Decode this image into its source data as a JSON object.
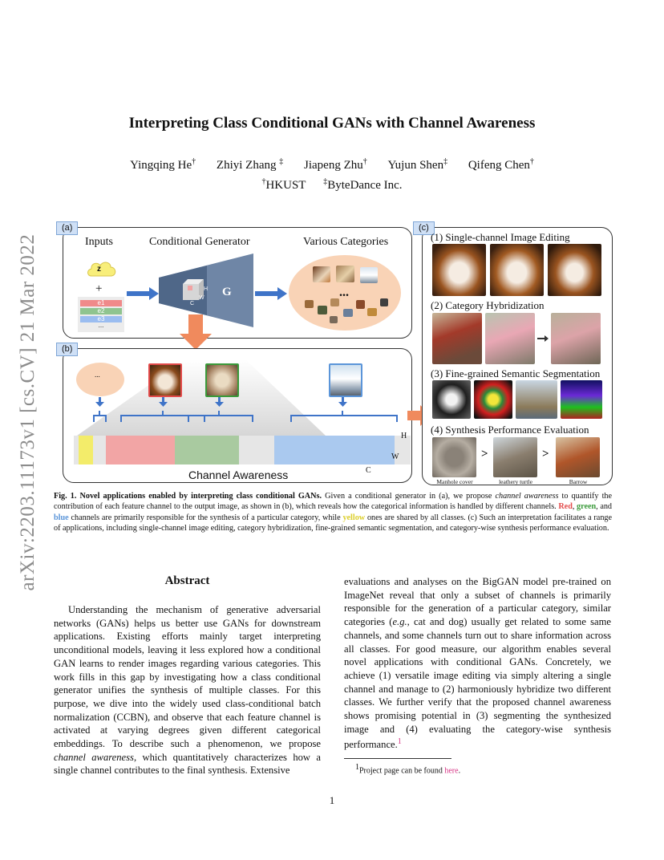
{
  "paper": {
    "title": "Interpreting Class Conditional GANs with Channel Awareness",
    "authors": [
      "Yingqing He",
      "Zhiyi Zhang",
      "Jiapeng Zhu",
      "Yujun Shen",
      "Qifeng Chen"
    ],
    "author_marks": [
      "†",
      "‡",
      "†",
      "‡",
      "†"
    ],
    "affiliations": [
      "HKUST",
      "ByteDance Inc."
    ],
    "affil_marks": [
      "†",
      "‡"
    ],
    "arxiv_stamp": "arXiv:2203.11173v1  [cs.CV]  21 Mar 2022",
    "page_number": "1"
  },
  "figure": {
    "panel_a": {
      "tag": "(a)",
      "inputs_label": "Inputs",
      "generator_label": "Conditional Generator",
      "categories_label": "Various Categories",
      "z_label": "z",
      "plus": "+",
      "embeddings": [
        "e1",
        "e2",
        "e3",
        "..."
      ],
      "g_label": "G",
      "dims": [
        "H",
        "W",
        "C"
      ],
      "ellipsis": "..."
    },
    "panel_b": {
      "tag": "(b)",
      "channel_awareness": "Channel Awareness",
      "dims": [
        "H",
        "W",
        "C"
      ],
      "ellipsis": "..."
    },
    "panel_c": {
      "tag": "(c)",
      "items": [
        "(1) Single-channel Image Editing",
        "(2) Category Hybridization",
        "(3) Fine-grained Semantic Segmentation",
        "(4) Synthesis Performance Evaluation"
      ],
      "eval_labels": [
        "Manhole cover",
        "leathery turtle",
        "Barrow"
      ],
      "gt": ">"
    },
    "colors": {
      "red": "#e34b4b",
      "green": "#3a9a3a",
      "blue": "#5b95d9",
      "yellow": "#dccf2c",
      "arrow_orange": "#f08a5d",
      "arrow_blue": "#3f74c8"
    }
  },
  "caption": {
    "label": "Fig. 1.",
    "bold": "Novel applications enabled by interpreting class conditional GANs.",
    "t1": "Given a conditional generator in (a), we propose",
    "em1": "channel awareness",
    "t2": "to quantify the contribution of each feature channel to the output image, as shown in (b), which reveals how the categorical information is handled by different channels.",
    "red": "Red",
    "comma": ",",
    "green": "green",
    "and": ", and",
    "blue": "blue",
    "t3": "channels are primarily responsible for the synthesis of a particular category, while",
    "yellow": "yellow",
    "t4": "ones are shared by all classes. (c) Such an interpretation facilitates a range of applications, including single-channel image editing, category hybridization, fine-grained semantic segmentation, and category-wise synthesis performance evaluation."
  },
  "abstract": {
    "heading": "Abstract",
    "left_a": "Understanding the mechanism of generative adversarial networks (GANs) helps us better use GANs for downstream applications. Existing efforts mainly target interpreting unconditional models, leaving it less explored how a conditional GAN learns to render images regarding various categories. This work fills in this gap by investigating how a class conditional generator unifies the synthesis of multiple classes. For this purpose, we dive into the widely used class-conditional batch normalization (CCBN), and observe that each feature channel is activated at varying degrees given different categorical embeddings. To describe such a phenomenon, we propose",
    "left_em": "channel awareness",
    "left_b": ", which quantitatively characterizes how a single channel contributes to the final synthesis. Extensive",
    "right_a": "evaluations and analyses on the BigGAN model pre-trained on ImageNet reveal that only a subset of channels is primarily responsible for the generation of a particular category, similar categories (",
    "right_em": "e.g.",
    "right_b": ", cat and dog) usually get related to some same channels, and some channels turn out to share information across all classes. For good measure, our algorithm enables several novel applications with conditional GANs. Concretely, we achieve (1) versatile image editing via simply altering a single channel and manage to (2) harmoniously hybridize two different classes. We further verify that the proposed channel awareness shows promising potential in (3) segmenting the synthesized image and (4) evaluating the category-wise synthesis performance.",
    "fn_mark": "1"
  },
  "footnote": {
    "mark": "1",
    "text": "Project page can be found",
    "link": "here",
    "end": "."
  }
}
